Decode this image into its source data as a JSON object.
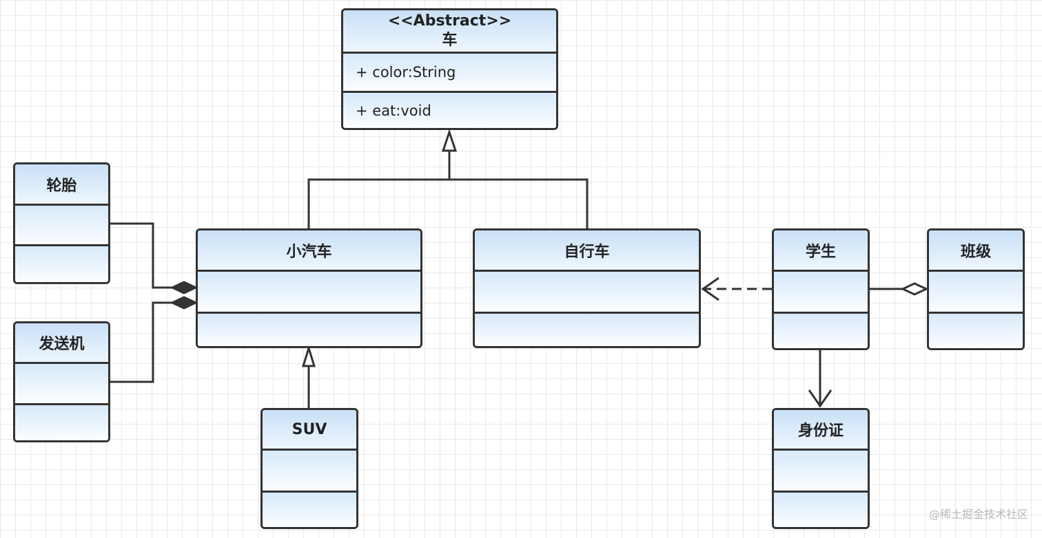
{
  "classes": {
    "car": {
      "stereotype": "<<Abstract>>",
      "name": "车",
      "attribute": "+ color:String",
      "method": "+ eat:void"
    },
    "tire": {
      "name": "轮胎"
    },
    "engine": {
      "name": "发送机"
    },
    "small_car": {
      "name": "小汽车"
    },
    "bicycle": {
      "name": "自行车"
    },
    "suv": {
      "name": "SUV"
    },
    "student": {
      "name": "学生"
    },
    "class_group": {
      "name": "班级"
    },
    "id_card": {
      "name": "身份证"
    }
  },
  "relationships": [
    {
      "type": "generalization",
      "from": "小汽车",
      "to": "车"
    },
    {
      "type": "generalization",
      "from": "自行车",
      "to": "车"
    },
    {
      "type": "generalization",
      "from": "SUV",
      "to": "小汽车"
    },
    {
      "type": "composition",
      "part": "轮胎",
      "whole": "小汽车"
    },
    {
      "type": "composition",
      "part": "发送机",
      "whole": "小汽车"
    },
    {
      "type": "dependency",
      "from": "学生",
      "to": "自行车"
    },
    {
      "type": "aggregation",
      "part": "学生",
      "whole": "班级"
    },
    {
      "type": "association",
      "from": "学生",
      "to": "身份证"
    }
  ],
  "colors": {
    "line": "#333333",
    "header_top": "#c9e0f6",
    "header_bottom": "#eef6fe"
  },
  "watermark": "@稀土掘金技术社区"
}
